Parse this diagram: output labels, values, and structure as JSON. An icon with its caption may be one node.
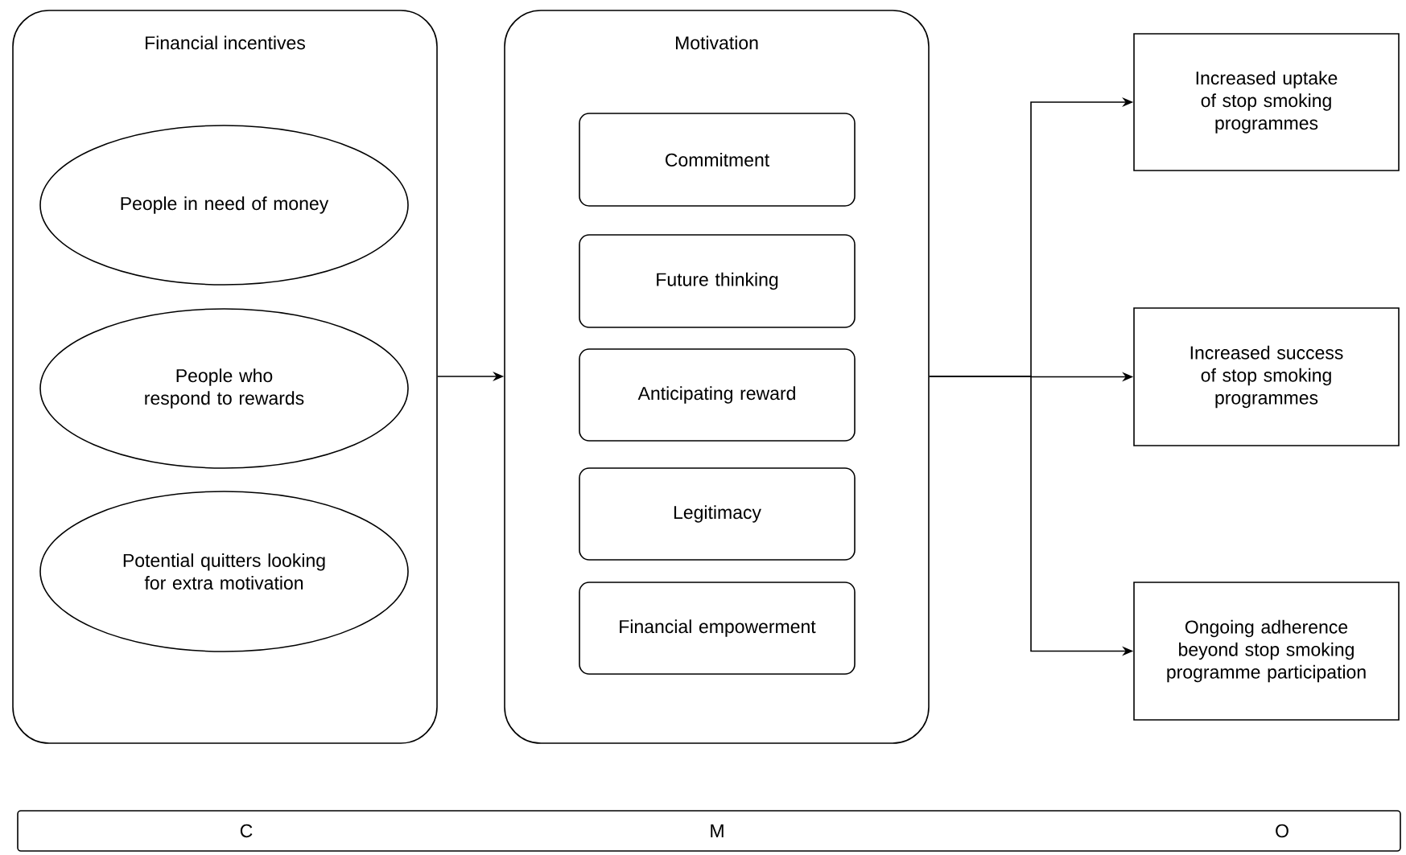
{
  "diagram": {
    "nodes": [
      {
        "text": [
          "Financial incentives"
        ]
      },
      {
        "text": [
          "People in need of money"
        ],
        "in": 0
      },
      {
        "text": [
          "People who respond to rewards"
        ],
        "in": 0
      },
      {
        "text": [
          "Potential quitters looking for extra motivation"
        ],
        "in": 0
      },
      {
        "text": [
          "Motivation"
        ]
      },
      {
        "text": [
          "Commitment"
        ],
        "in": 4
      },
      {
        "text": [
          "Future thinking"
        ],
        "in": 4
      },
      {
        "text": [
          "Anticipating reward"
        ],
        "in": 4
      },
      {
        "text": [
          "Legitimacy"
        ],
        "in": 4
      },
      {
        "text": [
          "Financial empowerment"
        ],
        "in": 4
      },
      {
        "text": [
          "Increased uptake of stop smoking programmes"
        ]
      },
      {
        "text": [
          "Increased success of stop smoking programmes"
        ]
      },
      {
        "text": [
          "Ongoing adherence beyond stop smoking programme participation"
        ]
      },
      {
        "text": [
          "C",
          "M",
          "O"
        ]
      }
    ],
    "edges": [
      {
        "from": 0,
        "to": 4,
        "arrow": "to"
      },
      {
        "from": 4,
        "to": 10,
        "arrow": "to"
      },
      {
        "from": 4,
        "to": 11,
        "arrow": "to"
      },
      {
        "from": 4,
        "to": 12,
        "arrow": "to"
      }
    ]
  }
}
